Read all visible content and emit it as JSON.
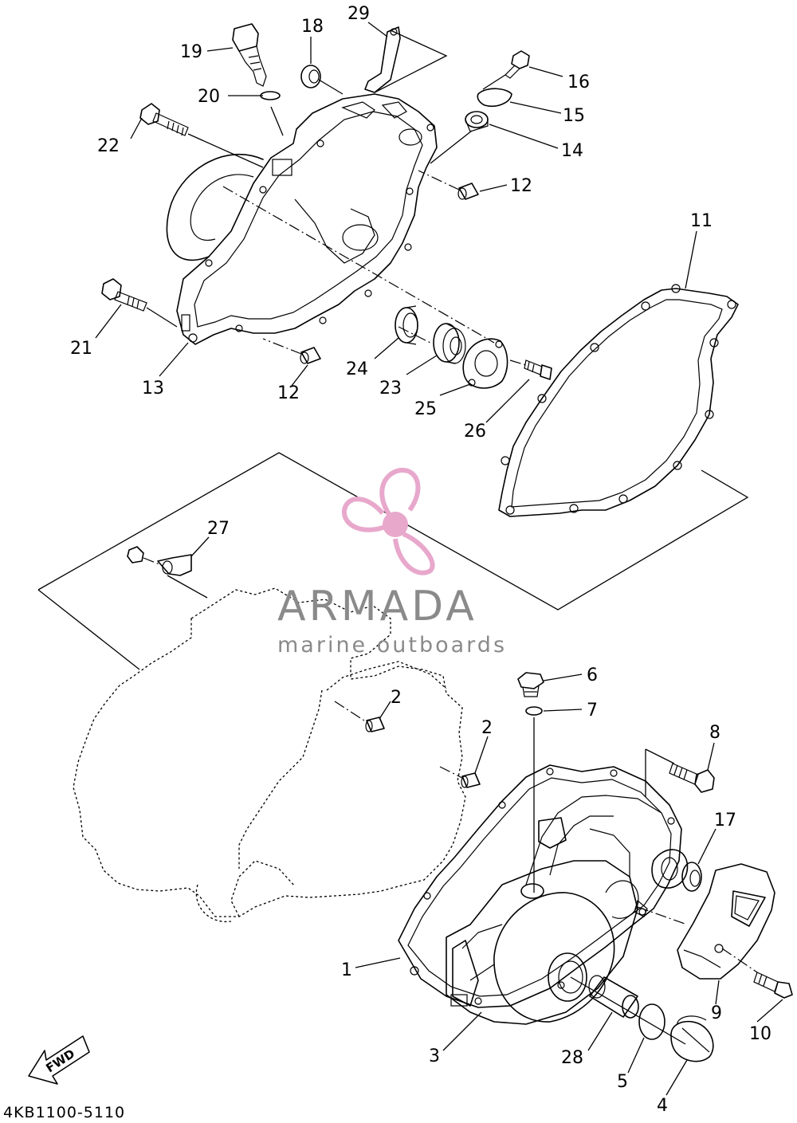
{
  "diagram": {
    "code": "4KB1100-5110",
    "fwd_label": "FWD",
    "callouts": {
      "c1": "1",
      "c2a": "2",
      "c2b": "2",
      "c3": "3",
      "c4": "4",
      "c5": "5",
      "c6": "6",
      "c7": "7",
      "c8": "8",
      "c9": "9",
      "c10": "10",
      "c11": "11",
      "c12a": "12",
      "c12b": "12",
      "c13": "13",
      "c14": "14",
      "c15": "15",
      "c16": "16",
      "c17": "17",
      "c18": "18",
      "c19": "19",
      "c20": "20",
      "c21": "21",
      "c22": "22",
      "c23": "23",
      "c24": "24",
      "c25": "25",
      "c26": "26",
      "c27": "27",
      "c28": "28",
      "c29": "29"
    }
  },
  "watermark": {
    "title": "ARMADA",
    "subtitle": "marine outboards",
    "color": "#e8a8cc"
  }
}
